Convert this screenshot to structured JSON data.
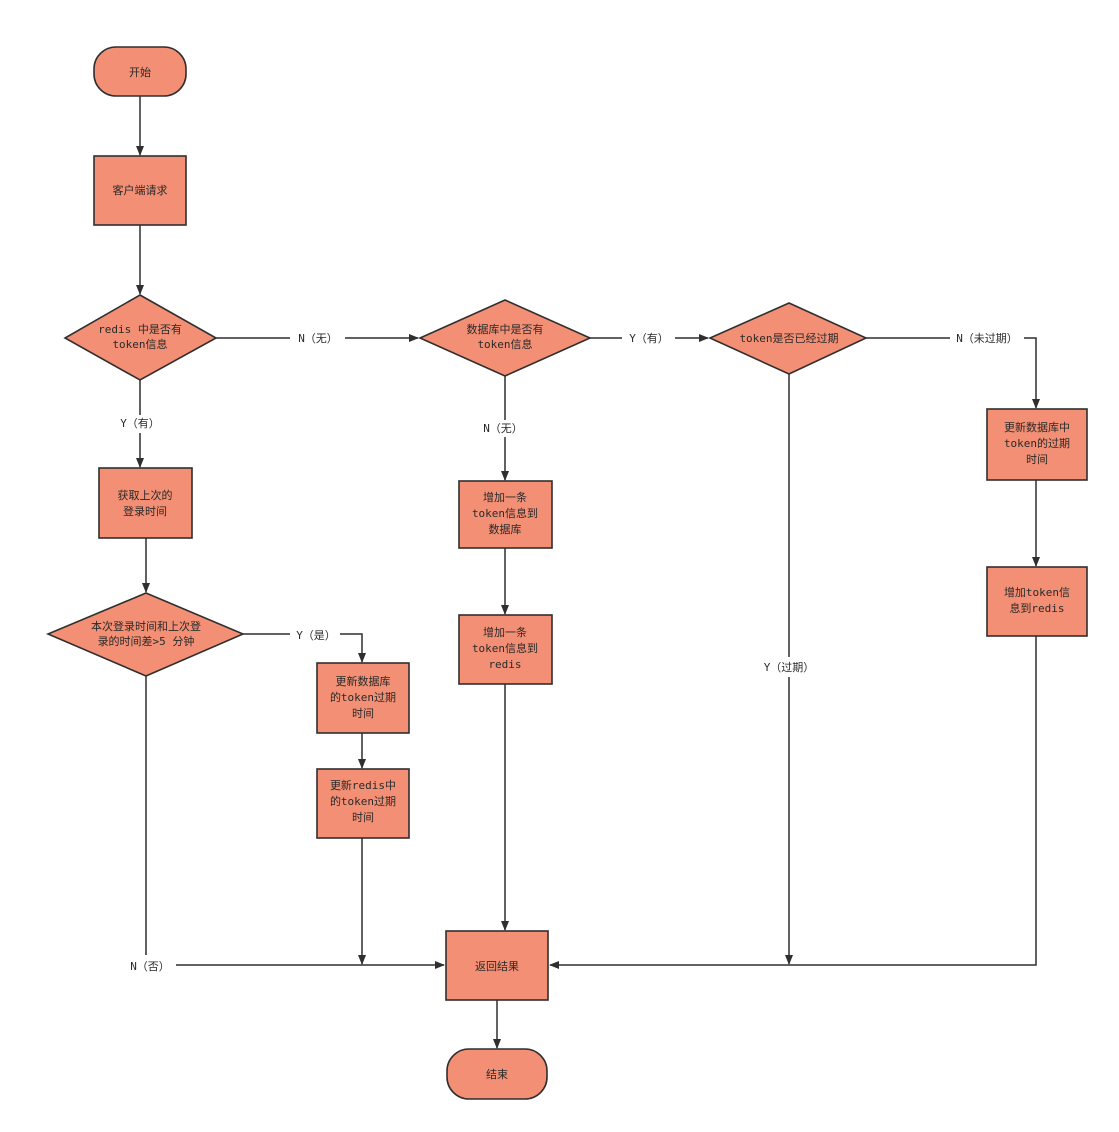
{
  "colors": {
    "node_fill": "#f28f74",
    "stroke": "#2f2f2f",
    "text": "#2a2a2a",
    "background": "#ffffff"
  },
  "nodes": {
    "start": "开始",
    "client_request": "客户端请求",
    "redis_check": [
      "redis 中是否有",
      "token信息"
    ],
    "db_check": [
      "数据库中是否有",
      "token信息"
    ],
    "expired_check": "token是否已经过期",
    "get_last_login": [
      "获取上次的",
      "登录时间"
    ],
    "time_diff_check": [
      "本次登录时间和上次登",
      "录的时间差>5 分钟"
    ],
    "add_token_db": [
      "增加一条",
      "token信息到",
      "数据库"
    ],
    "add_token_redis": [
      "增加一条",
      "token信息到",
      "redis"
    ],
    "update_db_expire_right": [
      "更新数据库中",
      "token的过期",
      "时间"
    ],
    "add_token_redis_right": [
      "增加token信",
      "息到redis"
    ],
    "update_db_expire": [
      "更新数据库",
      "的token过期",
      "时间"
    ],
    "update_redis_expire": [
      "更新redis中",
      "的token过期",
      "时间"
    ],
    "return_result": "返回结果",
    "end": "结束"
  },
  "edge_labels": {
    "redis_no": "N（无）",
    "redis_yes": "Y（有）",
    "db_yes": "Y（有）",
    "db_no": "N（无）",
    "not_expired": "N（未过期）",
    "expired": "Y（过期）",
    "diff_yes": "Y（是）",
    "diff_no": "N（否）"
  }
}
